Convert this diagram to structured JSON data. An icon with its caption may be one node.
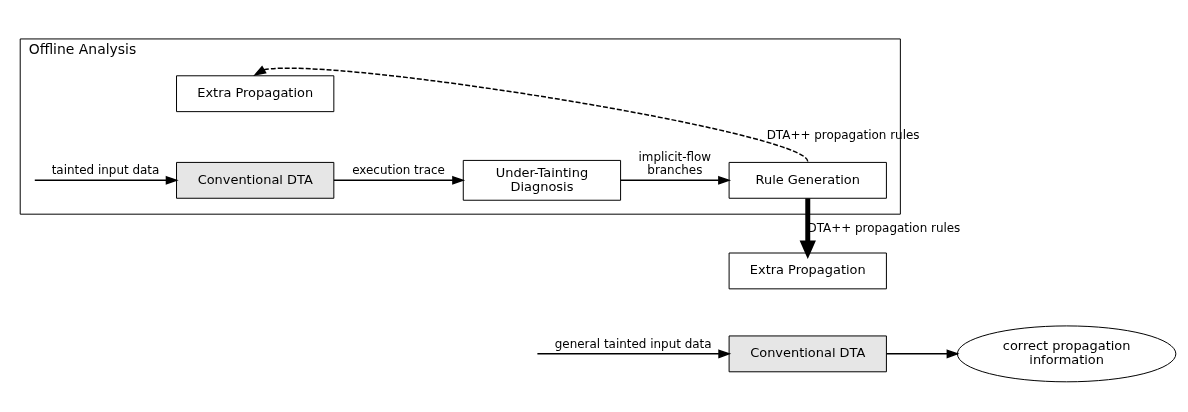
{
  "diagram": {
    "nodes": [
      {
        "text": [
          "Offline Analysis"
        ]
      },
      {
        "text": [
          "Extra Propagation"
        ],
        "in": 0
      },
      {
        "text": [
          "Conventional DTA"
        ],
        "in": 0
      },
      {
        "text": [
          "Under-Tainting Diagnosis"
        ],
        "in": 0
      },
      {
        "text": [
          "Rule Generation"
        ],
        "in": 0
      },
      {
        "text": [
          "Extra Propagation"
        ]
      },
      {
        "text": [
          "Conventional DTA"
        ]
      },
      {
        "text": [
          "correct propagation information"
        ]
      }
    ],
    "edges": [
      {
        "from": null,
        "to": 2,
        "arrow": "to",
        "label": "tainted input data"
      },
      {
        "from": 2,
        "to": 3,
        "arrow": "to",
        "label": "execution trace"
      },
      {
        "from": 3,
        "to": 4,
        "arrow": "to",
        "label": "implicit-flow branches"
      },
      {
        "from": 4,
        "to": 1,
        "arrow": "to",
        "label": "DTA++ propagation rules",
        "style": "dashed"
      },
      {
        "from": 4,
        "to": 5,
        "arrow": "to",
        "label": "DTA++ propagation rules",
        "style": "thick"
      },
      {
        "from": null,
        "to": 6,
        "arrow": "to",
        "label": "general tainted input data"
      },
      {
        "from": 6,
        "to": 7,
        "arrow": "to"
      }
    ]
  }
}
